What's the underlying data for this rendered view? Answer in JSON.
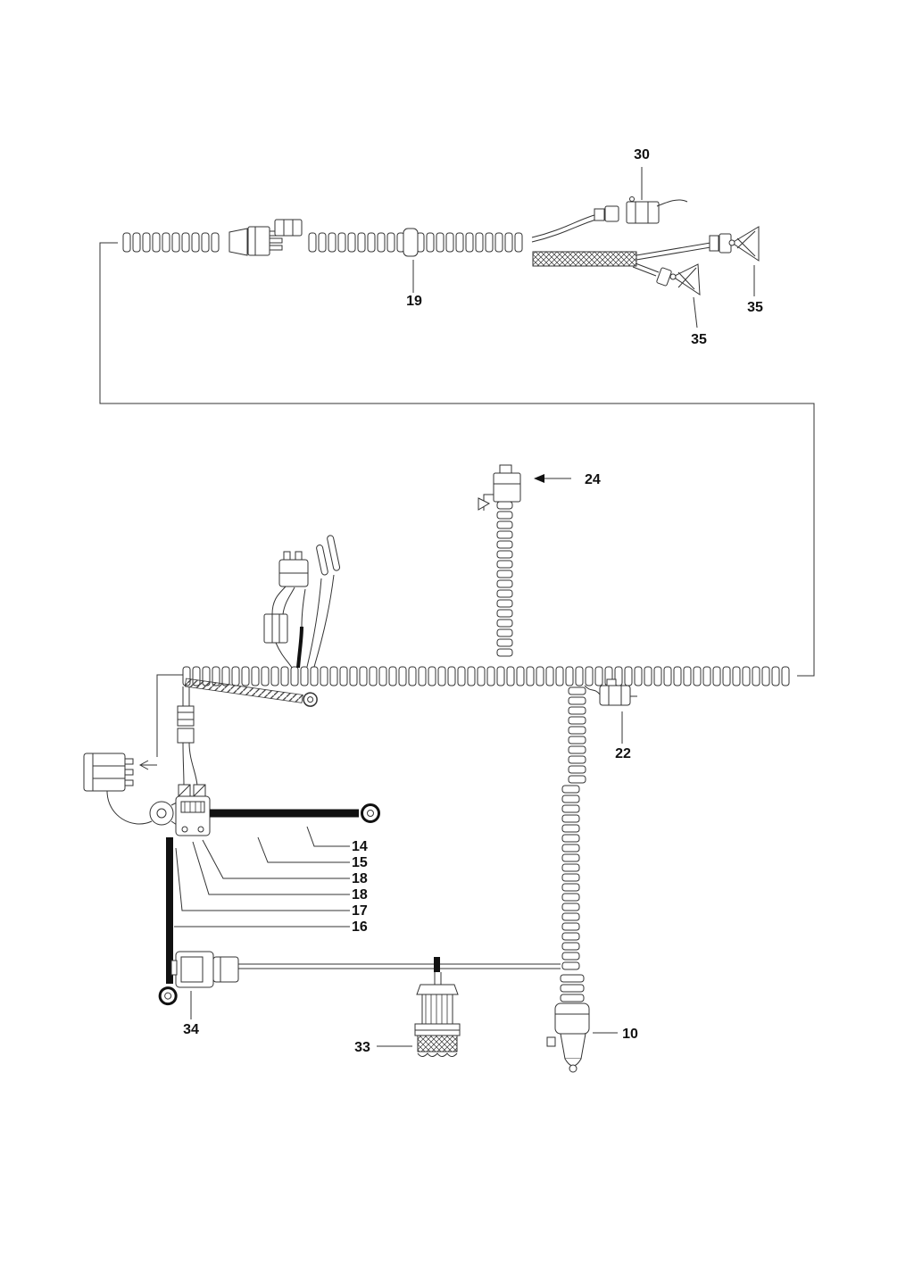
{
  "diagram": {
    "colors": {
      "background": "#ffffff",
      "line": "#333333",
      "cable": "#111111",
      "text": "#111111"
    }
  },
  "callouts": [
    {
      "text": "30"
    },
    {
      "text": "19"
    },
    {
      "text": "35"
    },
    {
      "text": "35"
    },
    {
      "text": "24"
    },
    {
      "text": "22"
    },
    {
      "text": "14"
    },
    {
      "text": "15"
    },
    {
      "text": "18"
    },
    {
      "text": "18"
    },
    {
      "text": "17"
    },
    {
      "text": "16"
    },
    {
      "text": "34"
    },
    {
      "text": "33"
    },
    {
      "text": "10"
    }
  ]
}
